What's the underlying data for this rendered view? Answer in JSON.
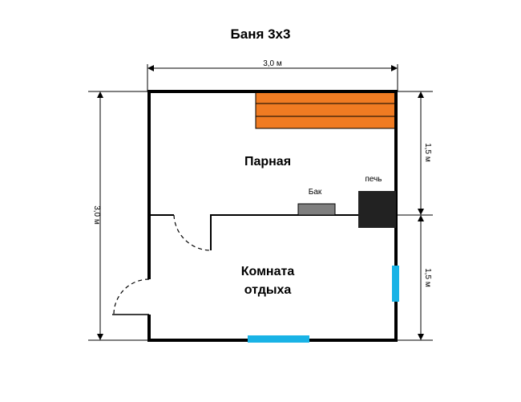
{
  "title": "Баня 3х3",
  "rooms": {
    "steam": "Парная",
    "rest_line1": "Комната",
    "rest_line2": "отдыха"
  },
  "labels": {
    "tank": "Бак",
    "stove": "печь"
  },
  "dimensions": {
    "top": "3,0 м",
    "left": "3,0 м",
    "right_upper": "1,5 м",
    "right_lower": "1,5 м"
  },
  "colors": {
    "bench": "#f07b22",
    "window": "#19b3e6",
    "stove": "#222222",
    "tank": "#7f7f7f",
    "wall": "#000000"
  }
}
